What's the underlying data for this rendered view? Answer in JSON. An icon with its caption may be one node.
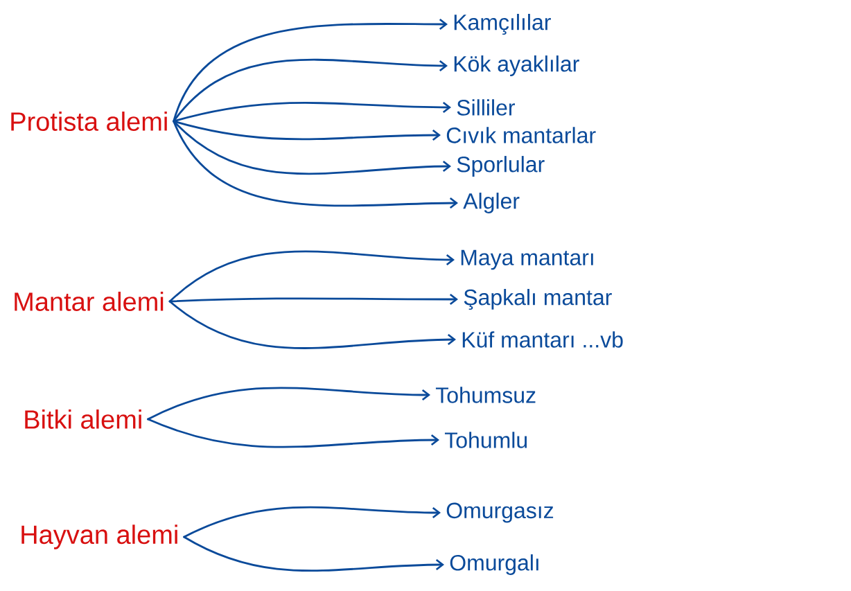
{
  "diagram": {
    "nodes": [
      {
        "text": [
          "Protista alemi"
        ]
      },
      {
        "text": [
          "Kamçılılar"
        ]
      },
      {
        "text": [
          "Kök ayaklılar"
        ]
      },
      {
        "text": [
          "Silliler"
        ]
      },
      {
        "text": [
          "Cıvık mantarlar"
        ]
      },
      {
        "text": [
          "Sporlular"
        ]
      },
      {
        "text": [
          "Algler"
        ]
      },
      {
        "text": [
          "Mantar alemi"
        ]
      },
      {
        "text": [
          "Maya mantarı"
        ]
      },
      {
        "text": [
          "Şapkalı mantar"
        ]
      },
      {
        "text": [
          "Küf mantarı ...vb"
        ]
      },
      {
        "text": [
          "Bitki alemi"
        ]
      },
      {
        "text": [
          "Tohumsuz"
        ]
      },
      {
        "text": [
          "Tohumlu"
        ]
      },
      {
        "text": [
          "Hayvan alemi"
        ]
      },
      {
        "text": [
          "Omurgasız"
        ]
      },
      {
        "text": [
          "Omurgalı"
        ]
      }
    ],
    "edges": [
      {
        "from": 0,
        "to": 1,
        "arrow": "to"
      },
      {
        "from": 0,
        "to": 2,
        "arrow": "to"
      },
      {
        "from": 0,
        "to": 3,
        "arrow": "to"
      },
      {
        "from": 0,
        "to": 4,
        "arrow": "to"
      },
      {
        "from": 0,
        "to": 5,
        "arrow": "to"
      },
      {
        "from": 0,
        "to": 6,
        "arrow": "to"
      },
      {
        "from": 7,
        "to": 8,
        "arrow": "to"
      },
      {
        "from": 7,
        "to": 9,
        "arrow": "to"
      },
      {
        "from": 7,
        "to": 10,
        "arrow": "to"
      },
      {
        "from": 11,
        "to": 12,
        "arrow": "to"
      },
      {
        "from": 11,
        "to": 13,
        "arrow": "to"
      },
      {
        "from": 14,
        "to": 15,
        "arrow": "to"
      },
      {
        "from": 14,
        "to": 16,
        "arrow": "to"
      }
    ]
  }
}
